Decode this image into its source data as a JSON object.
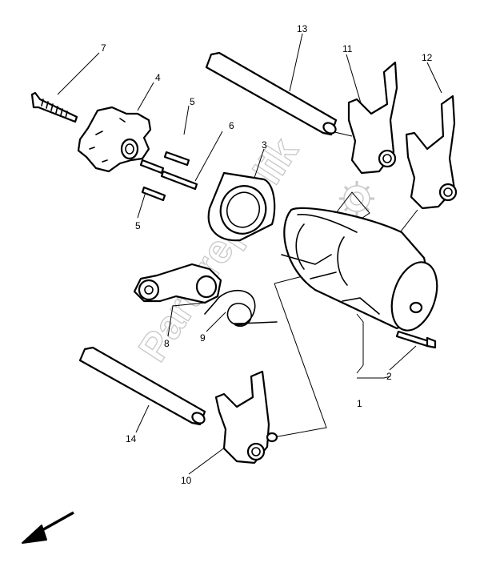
{
  "diagram": {
    "callouts": {
      "n1": "1",
      "n2": "2",
      "n3": "3",
      "n4": "4",
      "n5a": "5",
      "n5b": "5",
      "n6": "6",
      "n7": "7",
      "n8": "8",
      "n9": "9",
      "n10": "10",
      "n11": "11",
      "n12": "12",
      "n13": "13",
      "n14": "14"
    },
    "watermark": "Partsrepublik"
  },
  "colors": {
    "ink": "#000000",
    "watermark": "#c8c8c8",
    "background": "#ffffff"
  },
  "icons": {
    "direction": "front-direction-arrow-icon"
  }
}
